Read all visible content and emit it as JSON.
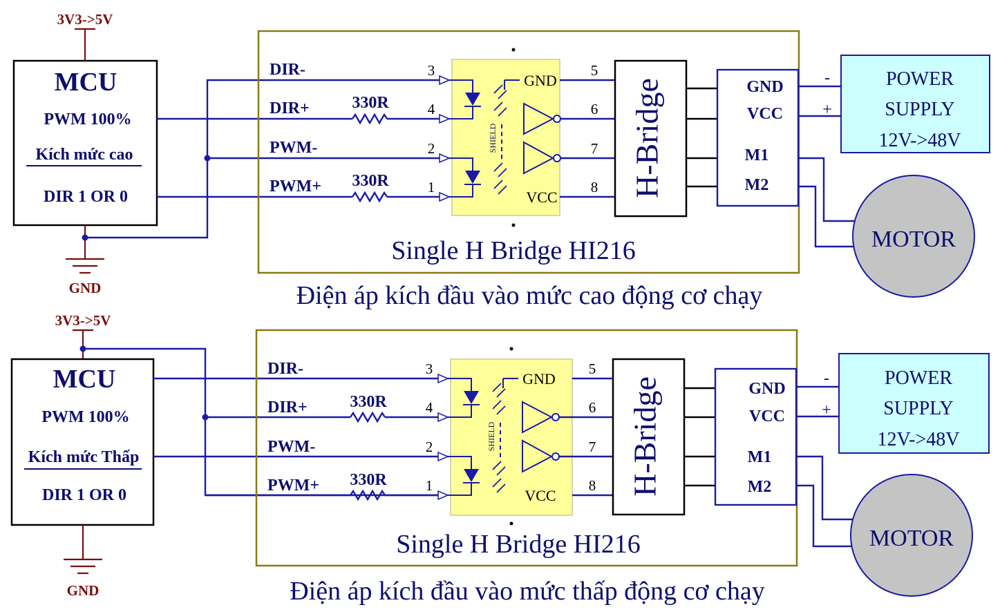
{
  "colors": {
    "wire": "#1a1aa6",
    "text_navy": "#0e0e6e",
    "power_red": "#7a0d0d",
    "module_border": "#8a7a14",
    "opto_fill": "#ffff99",
    "supply_fill": "#ccffff",
    "motor_fill": "#c4c4c4"
  },
  "top": {
    "vcc_label": "3V3->5V",
    "gnd_label": "GND",
    "mcu": {
      "title": "MCU",
      "line1": "PWM 100%",
      "line2": "Kích mức cao",
      "line3": "DIR 1 OR 0"
    },
    "inputs": [
      "DIR-",
      "DIR+",
      "PWM-",
      "PWM+"
    ],
    "resistors": [
      "330R",
      "330R"
    ],
    "pins_left": [
      "3",
      "4",
      "2",
      "1"
    ],
    "pins_right": [
      "5",
      "6",
      "7",
      "8"
    ],
    "opto_gnd": "GND",
    "opto_vcc": "VCC",
    "shield": "SHIELD",
    "hbridge": "H-Bridge",
    "driver_pins": [
      "GND",
      "VCC",
      "M1",
      "M2"
    ],
    "supply_minus": "-",
    "supply_plus": "+",
    "supply": [
      "POWER",
      "SUPPLY",
      "12V->48V"
    ],
    "motor": "MOTOR",
    "module_name": "Single H Bridge HI216",
    "caption": "Điện áp kích đầu vào mức cao động cơ chạy"
  },
  "bottom": {
    "vcc_label": "3V3->5V",
    "gnd_label": "GND",
    "mcu": {
      "title": "MCU",
      "line1": "PWM 100%",
      "line2": "Kích mức Thấp",
      "line3": "DIR 1 OR 0"
    },
    "inputs": [
      "DIR-",
      "DIR+",
      "PWM-",
      "PWM+"
    ],
    "resistors": [
      "330R",
      "330R"
    ],
    "pins_left": [
      "3",
      "4",
      "2",
      "1"
    ],
    "pins_right": [
      "5",
      "6",
      "7",
      "8"
    ],
    "opto_gnd": "GND",
    "opto_vcc": "VCC",
    "shield": "SHIELD",
    "hbridge": "H-Bridge",
    "driver_pins": [
      "GND",
      "VCC",
      "M1",
      "M2"
    ],
    "supply_minus": "-",
    "supply_plus": "+",
    "supply": [
      "POWER",
      "SUPPLY",
      "12V->48V"
    ],
    "motor": "MOTOR",
    "module_name": "Single H Bridge HI216",
    "caption": "Điện áp kích đầu vào mức thấp động cơ chạy"
  }
}
